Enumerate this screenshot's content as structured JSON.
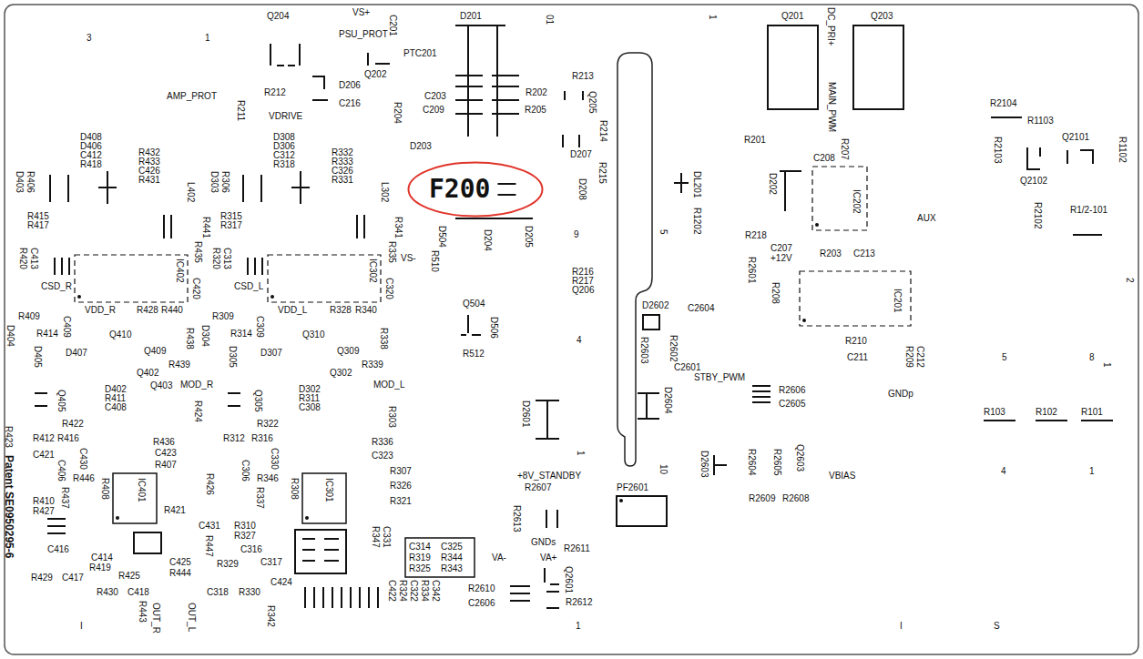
{
  "diagram": {
    "nodes": [
      {
        "text": [
          "F200"
        ]
      }
    ],
    "edges": [],
    "labels": [
      "3",
      "1",
      "Q204",
      "VS+",
      "C201",
      "PSU_PROT",
      "PTC201",
      "D201",
      "01",
      "1",
      "Q201",
      "DC_PRI+",
      "Q203",
      "AMP_PROT",
      "R211",
      "R212",
      "D206",
      "Q202",
      "C216",
      "VDRIVE",
      "R204",
      "C203",
      "C209",
      "R202",
      "R205",
      "R213",
      "Q205",
      "D203",
      "R214",
      "D207",
      "R215",
      "D208",
      "MAIN_PWM",
      "R201",
      "C208",
      "R207",
      "D202",
      "IC202",
      "DL201",
      "R1202",
      "AUX",
      "5",
      "9",
      "D205",
      "D204",
      "D504",
      "R510",
      "VS-",
      "R216",
      "R217",
      "Q206",
      "R218",
      "C207",
      "+12V",
      "R203",
      "C213",
      "R2601",
      "R208",
      "IC201",
      "Q504",
      "D506",
      "R512",
      "4",
      "D2602",
      "C2604",
      "R2603",
      "R2602",
      "C2601",
      "STBY_PWM",
      "D2604",
      "D2601",
      "R2606",
      "C2605",
      "R210",
      "C211",
      "R209",
      "C212",
      "GNDp",
      "5",
      "8",
      "1",
      "R103",
      "R102",
      "R101",
      "4",
      "1",
      "1",
      "10",
      "D2603",
      "R2604",
      "R2605",
      "Q2603",
      "VBIAS",
      "R2609",
      "R2608",
      "PF2601",
      "+8V_STANDBY",
      "R2607",
      "R2613",
      "GNDs",
      "VA-",
      "VA+",
      "R2611",
      "Q2601",
      "R2610",
      "C2606",
      "R2612",
      "1",
      "I",
      "S",
      "R2104",
      "R1103",
      "R2103",
      "Q2101",
      "R1102",
      "Q2102",
      "R2102",
      "R1/2-101",
      "2",
      "D408",
      "D406",
      "C412",
      "R418",
      "R432",
      "R433",
      "C426",
      "R431",
      "D403",
      "R406",
      "L402",
      "D308",
      "D306",
      "C312",
      "R318",
      "R332",
      "R333",
      "C326",
      "R331",
      "D303",
      "R306",
      "L302",
      "R415",
      "R417",
      "R315",
      "R317",
      "R441",
      "R341",
      "R435",
      "R335",
      "C413",
      "R420",
      "C313",
      "R320",
      "IC402",
      "IC302",
      "C420",
      "C320",
      "CSD_R",
      "CSD_L",
      "VDD_R",
      "VDD_L",
      "R409",
      "R309",
      "R428",
      "R440",
      "R328",
      "R340",
      "C409",
      "C309",
      "D404",
      "R414",
      "Q410",
      "D304",
      "R314",
      "Q310",
      "R438",
      "R338",
      "D405",
      "D305",
      "D407",
      "D307",
      "Q409",
      "Q309",
      "R439",
      "R339",
      "Q402",
      "Q302",
      "MOD_R",
      "MOD_L",
      "D402",
      "R411",
      "C408",
      "D302",
      "R311",
      "C308",
      "Q403",
      "Q405",
      "Q305",
      "R424",
      "R303",
      "R422",
      "R322",
      "R423",
      "R412",
      "R416",
      "R312",
      "R316",
      "C421",
      "C430",
      "C406",
      "R436",
      "C423",
      "R407",
      "R336",
      "C323",
      "R307",
      "R326",
      "R321",
      "C306",
      "R346",
      "C330",
      "R446",
      "IC401",
      "IC301",
      "R426",
      "R408",
      "R437",
      "R337",
      "R308",
      "R421",
      "R410",
      "R427",
      "C431",
      "R310",
      "R327",
      "R447",
      "C416",
      "C316",
      "C414",
      "R419",
      "R425",
      "C425",
      "R444",
      "R329",
      "C317",
      "R429",
      "C417",
      "C424",
      "R430",
      "C418",
      "C318",
      "R330",
      "R443",
      "OUT_R",
      "OUT_L",
      "R342",
      "R347",
      "C331",
      "C314",
      "C325",
      "R319",
      "R344",
      "R325",
      "R343",
      "C422",
      "R324",
      "C322",
      "R334",
      "C342",
      "I",
      "Patent SE0950295-6"
    ]
  }
}
